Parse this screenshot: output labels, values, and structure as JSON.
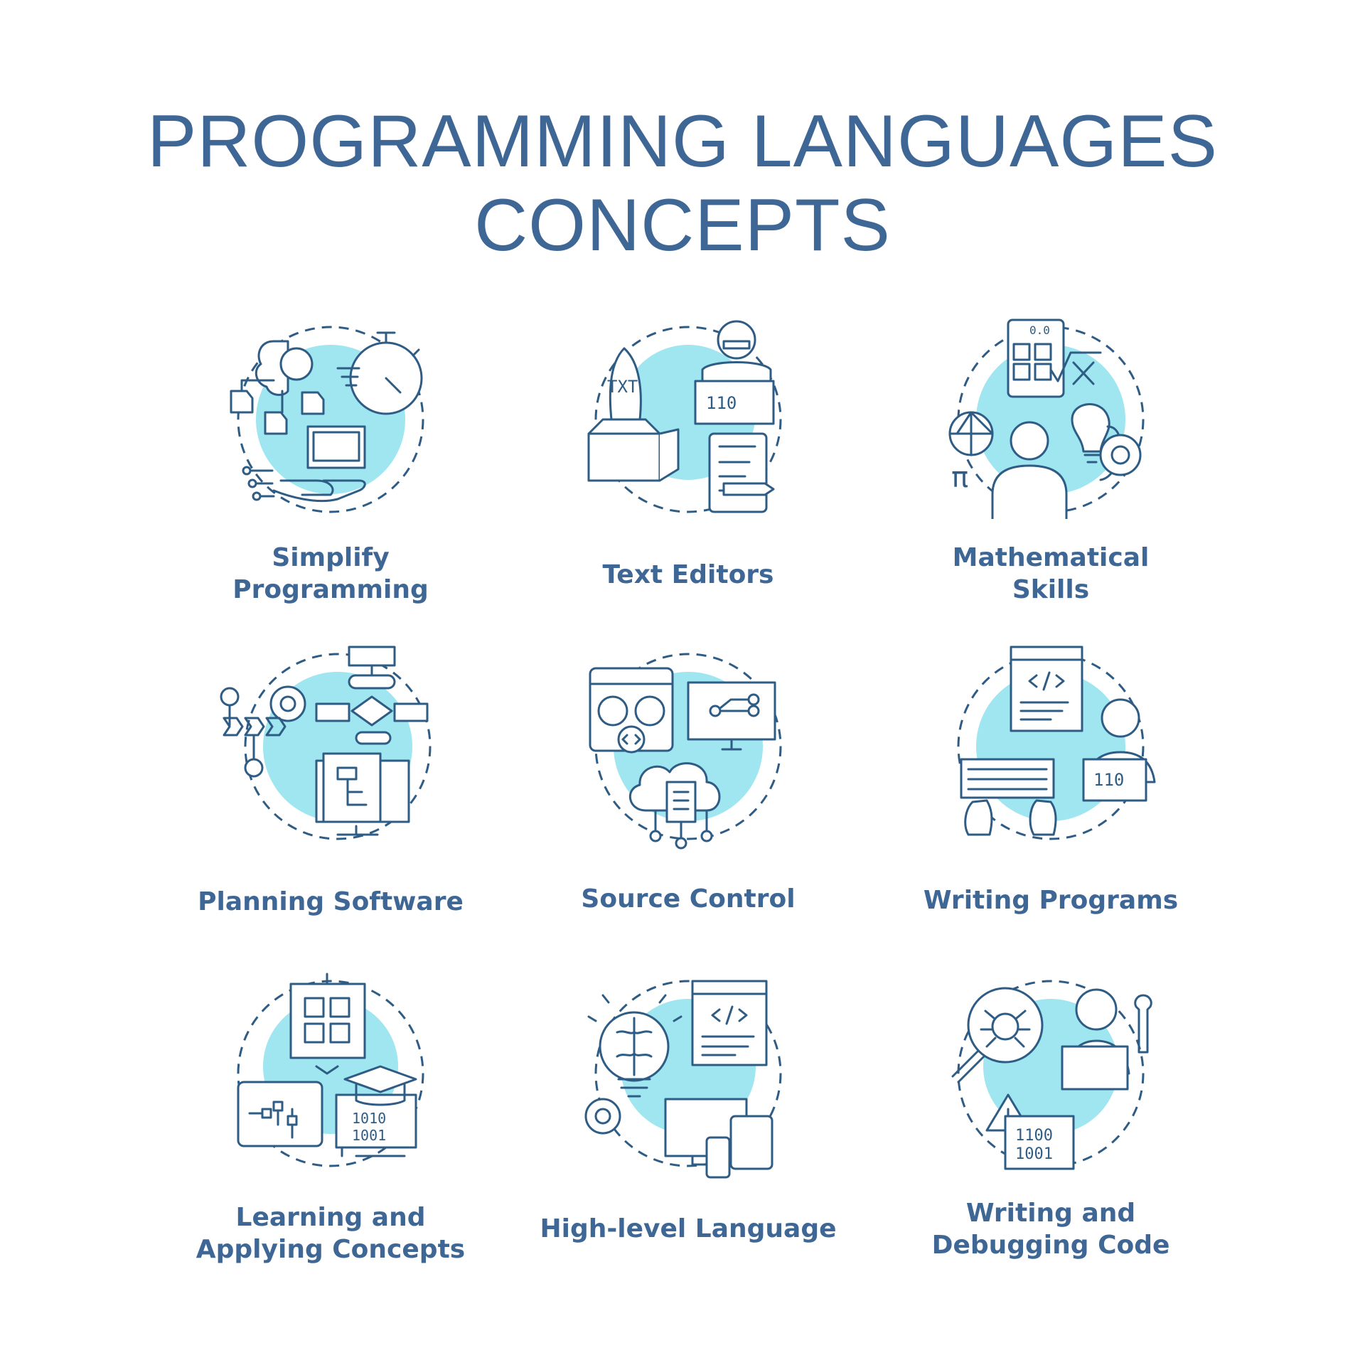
{
  "title": {
    "line1": "PROGRAMMING LANGUAGES",
    "line2": "CONCEPTS"
  },
  "colors": {
    "text": "#3f6796",
    "stroke": "#2e5c84",
    "accent": "#9fe6f0"
  },
  "concepts": [
    {
      "icon": "simplify-programming-icon",
      "lines": [
        "Simplify",
        "Programming"
      ]
    },
    {
      "icon": "text-editors-icon",
      "lines": [
        "Text Editors"
      ]
    },
    {
      "icon": "mathematical-skills-icon",
      "lines": [
        "Mathematical",
        "Skills"
      ]
    },
    {
      "icon": "planning-software-icon",
      "lines": [
        "Planning Software"
      ]
    },
    {
      "icon": "source-control-icon",
      "lines": [
        "Source Control"
      ]
    },
    {
      "icon": "writing-programs-icon",
      "lines": [
        "Writing Programs"
      ]
    },
    {
      "icon": "learning-applying-concepts-icon",
      "lines": [
        "Learning and",
        "Applying Concepts"
      ]
    },
    {
      "icon": "high-level-language-icon",
      "lines": [
        "High-level Language"
      ]
    },
    {
      "icon": "writing-debugging-code-icon",
      "lines": [
        "Writing and",
        "Debugging Code"
      ]
    }
  ],
  "icon_text": {
    "txt": "TXT",
    "binary_110": "110",
    "calc_display": "0.0",
    "pi": "π",
    "bin_a1": "1010",
    "bin_a2": "1001",
    "bin_b1": "1100",
    "bin_b2": "1001"
  }
}
